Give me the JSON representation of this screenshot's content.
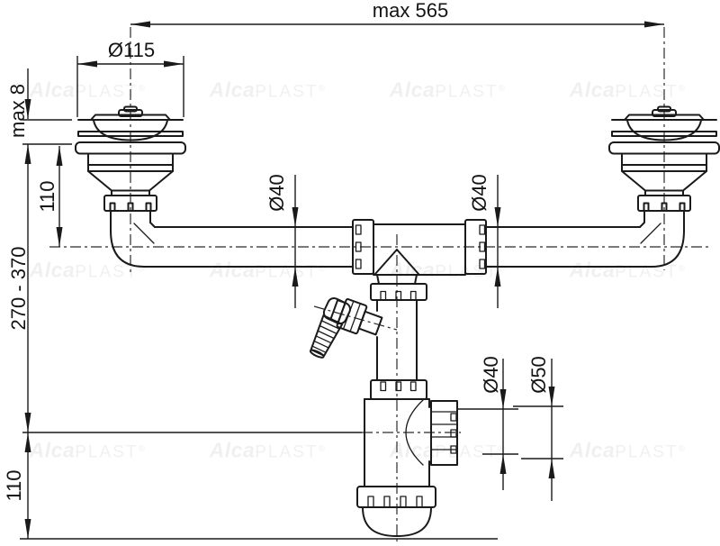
{
  "watermark": {
    "bold": "Alca",
    "light": "PLAST",
    "registered": "®"
  },
  "drawing": {
    "type": "technical-dimension-drawing",
    "subject": "double-bowl sink drain kit with siphon and appliance inlet",
    "dimensions": {
      "overall_width": "max 565",
      "strainer_diameter": "Ø115",
      "sink_thickness_max": "max 8",
      "strainer_to_pipe_height": "110",
      "installation_height_range": "270 - 370",
      "pipe_left_diameter": "Ø40",
      "pipe_right_diameter": "Ø40",
      "outlet_diameter": "Ø40",
      "outlet_union_diameter": "Ø50",
      "outlet_axis_to_bottom": "110"
    },
    "colors": {
      "line": "#1a1a1a",
      "centerline": "#2b2b2b",
      "watermark": "#f0f0f0",
      "background": "#ffffff"
    }
  }
}
